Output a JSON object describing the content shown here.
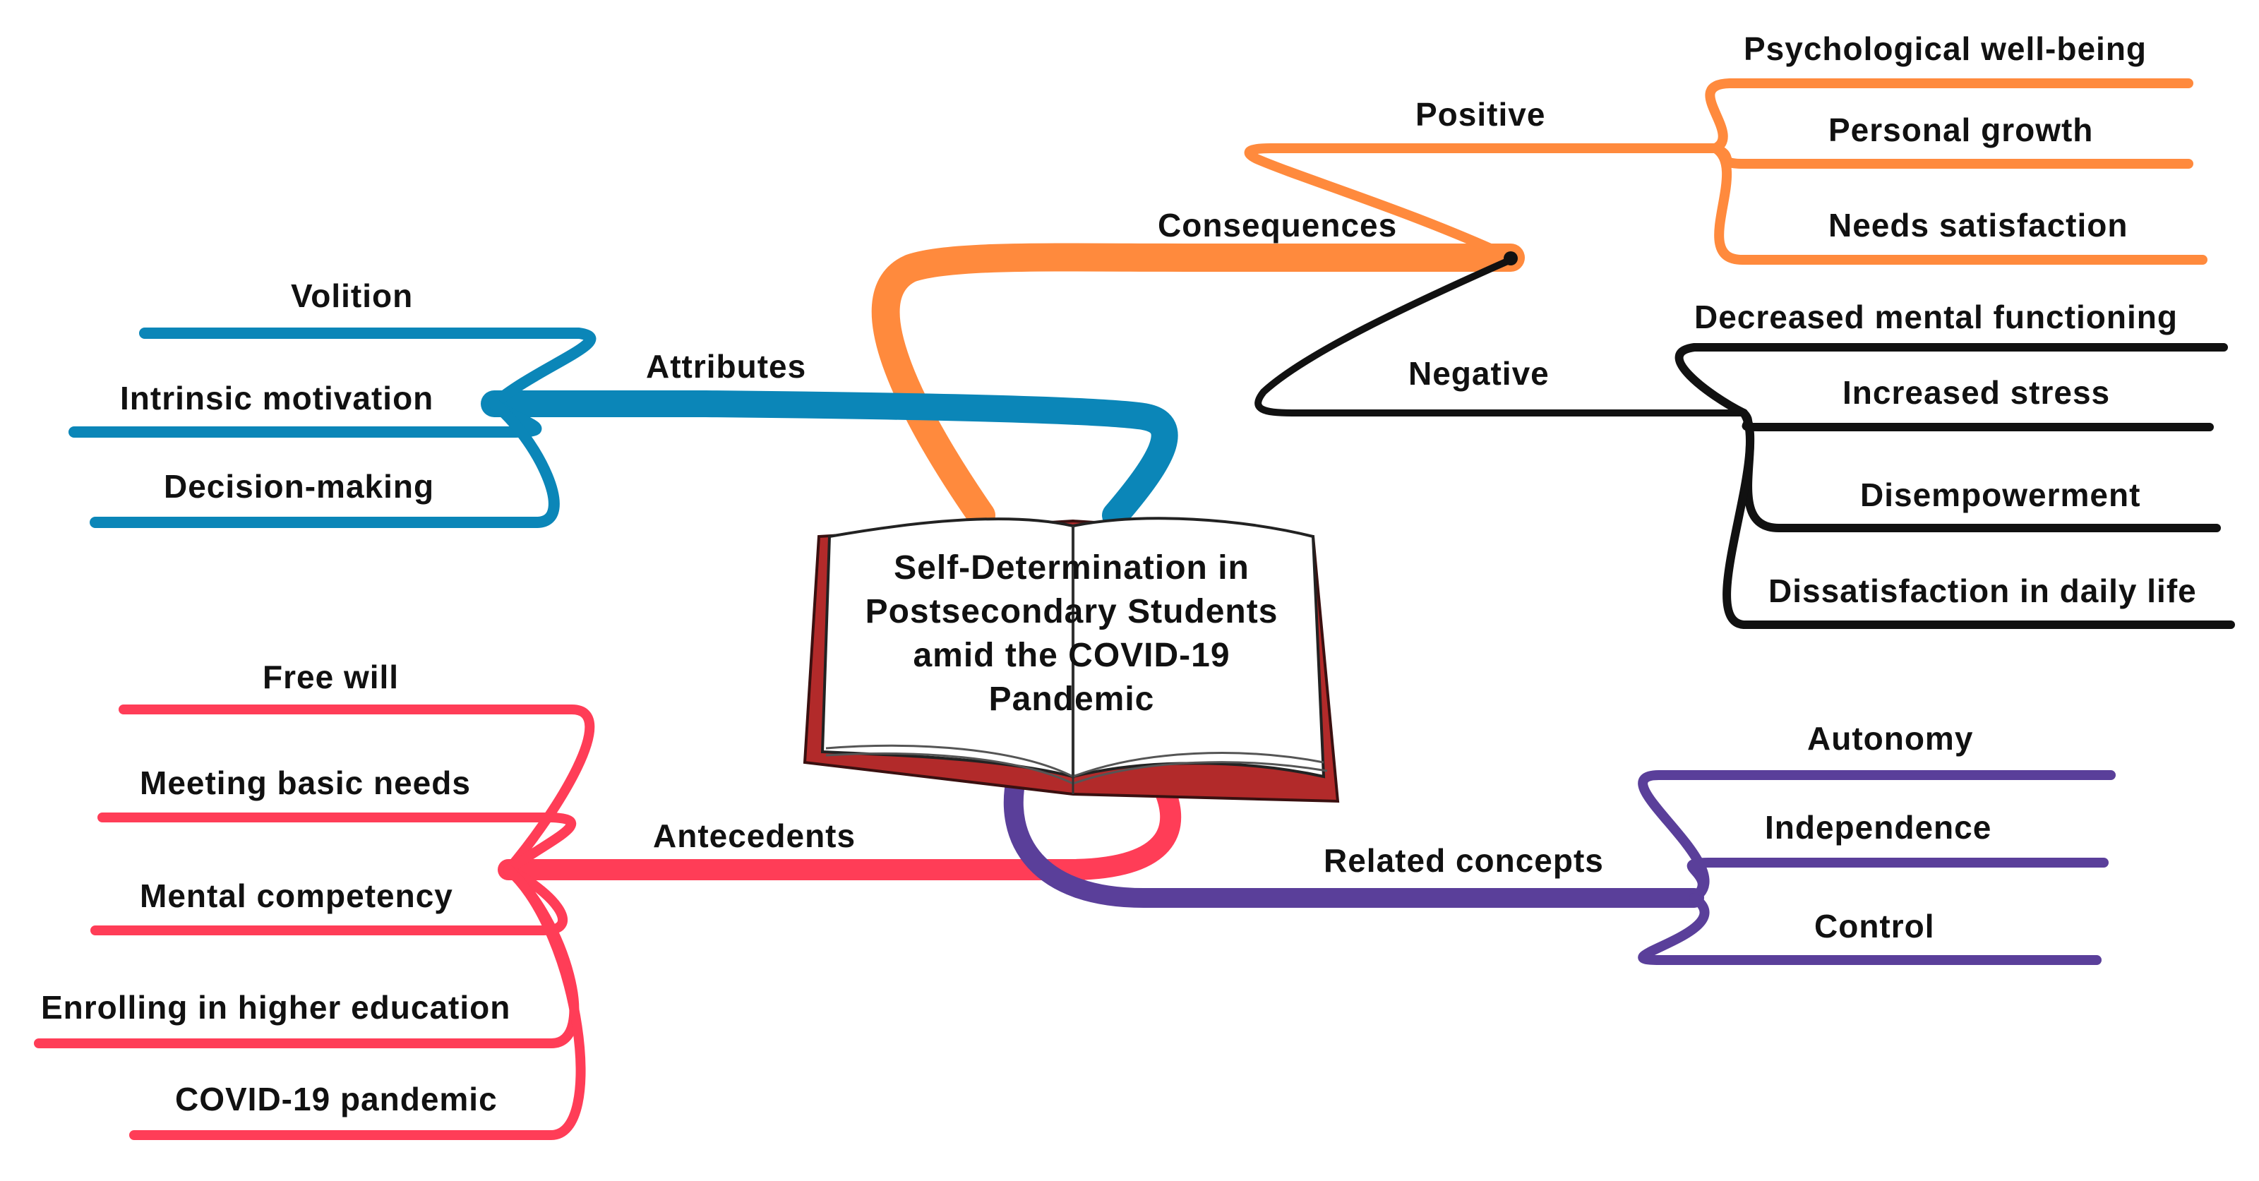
{
  "center": {
    "lines": [
      "Self-Determination in",
      "Postsecondary Students",
      "amid the COVID-19",
      "Pandemic"
    ]
  },
  "branches": {
    "consequences": {
      "label": "Consequences",
      "color": "#ff8a3d",
      "positive": {
        "label": "Positive",
        "color": "#ff8a3d",
        "items": [
          "Psychological well-being",
          "Personal growth",
          "Needs satisfaction"
        ]
      },
      "negative": {
        "label": "Negative",
        "color": "#111111",
        "items": [
          "Decreased mental functioning",
          "Increased stress",
          "Disempowerment",
          "Dissatisfaction in daily life"
        ]
      }
    },
    "attributes": {
      "label": "Attributes",
      "color": "#0b86b8",
      "items": [
        "Volition",
        "Intrinsic motivation",
        "Decision-making"
      ]
    },
    "antecedents": {
      "label": "Antecedents",
      "color": "#ff3d57",
      "items": [
        "Free will",
        "Meeting basic needs",
        "Mental competency",
        "Enrolling in higher education",
        "COVID-19 pandemic"
      ]
    },
    "related": {
      "label": "Related concepts",
      "color": "#5a3f9a",
      "items": [
        "Autonomy",
        "Independence",
        "Control"
      ]
    }
  },
  "book": {
    "cover_color": "#b22a2a",
    "page_color": "#ffffff"
  }
}
